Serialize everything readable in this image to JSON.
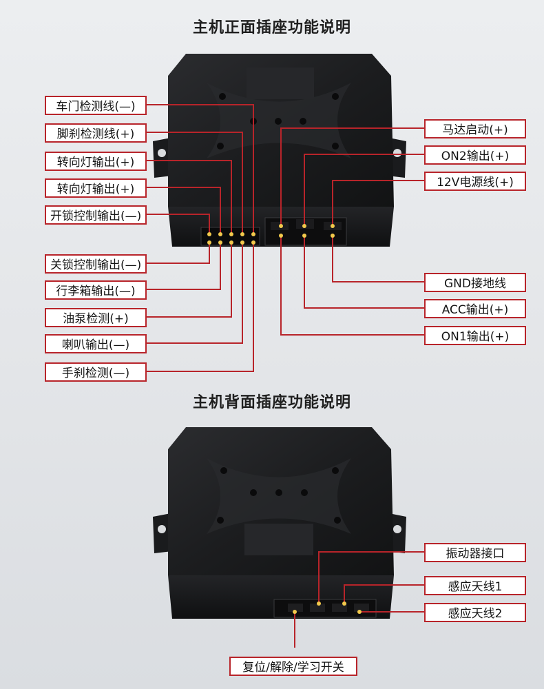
{
  "titles": {
    "front": "主机正面插座功能说明",
    "back": "主机背面插座功能说明"
  },
  "front_left_labels": [
    "车门检测线(—)",
    "脚刹检测线(+)",
    "转向灯输出(+)",
    "转向灯输出(+)",
    "开锁控制输出(—)",
    "关锁控制输出(—)",
    "行李箱输出(—)",
    "油泵检测(+)",
    "喇叭输出(—)",
    "手刹检测(—)"
  ],
  "front_right_labels": [
    "马达启动(+)",
    "ON2输出(+)",
    "12V电源线(+)",
    "GND接地线",
    "ACC输出(+)",
    "ON1输出(+)"
  ],
  "back_labels": {
    "vibration_port": "振动器接口",
    "antenna1": "感应天线1",
    "antenna2": "感应天线2",
    "reset_switch": "复位/解除/学习开关"
  },
  "colors": {
    "label_border": "#b8242a",
    "leader_line": "#b8242a",
    "device_body": "#1c1d1f"
  }
}
